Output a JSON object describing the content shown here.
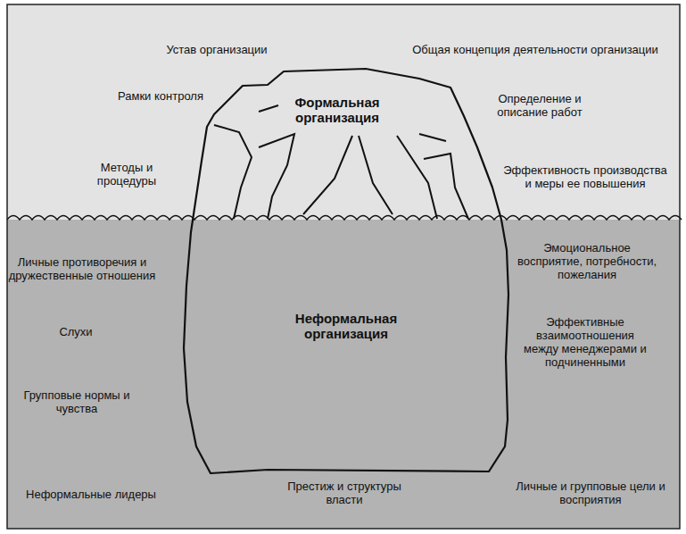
{
  "diagram": {
    "nodes": [
      {
        "text": [
          "Формальная организация",
          "Неформальная организация"
        ]
      }
    ],
    "labels": [
      "Устав организации",
      "Общая концепция деятельности организации",
      "Рамки контроля",
      "Определение и описание работ",
      "Методы и процедуры",
      "Эффективность производства и меры ее повышения",
      "Личные противоречия и дружественные отношения",
      "Эмоциональное восприятие, потребности, пожелания",
      "Слухи",
      "Эффективные взаимоотношения между менеджерами и подчиненными",
      "Групповые нормы и чувства",
      "Неформальные лидеры",
      "Престиж и структуры власти",
      "Личные и групповые цели и восприятия"
    ]
  }
}
